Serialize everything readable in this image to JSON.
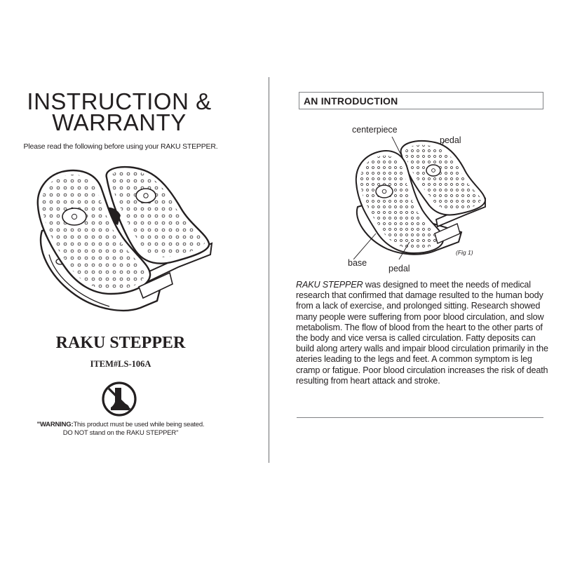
{
  "left_page": {
    "title_line1": "INSTRUCTION &",
    "title_line2": "WARRANTY",
    "subtitle": "Please read the following before using your RAKU STEPPER.",
    "product_name": "RAKU STEPPER",
    "item_number": "ITEM#LS-106A",
    "warning_label": "\"WARNING:",
    "warning_text_1": "This product must be used while being seated.",
    "warning_text_2": "DO NOT stand on the RAKU STEPPER\"",
    "icons": {
      "product": "stepper-illustration",
      "warning": "no-standing-icon"
    }
  },
  "right_page": {
    "section_heading": "AN INTRODUCTION",
    "figure": {
      "label_centerpiece": "centerpiece",
      "label_pedal_top": "pedal",
      "label_base": "base",
      "label_pedal_bottom": "pedal",
      "caption": "(Fig 1)"
    },
    "body_lead": "RAKU STEPPER",
    "body_text": " was designed to meet the needs of medical research that confirmed that damage resulted to the human body from a lack of exercise, and prolonged sitting. Research showed many people were suffering from poor blood circulation, and slow metabolism. The flow of blood from the heart to the other parts of the body and vice versa is called circulation. Fatty deposits can build along artery walls and impair blood circulation primarily in the ateries leading to the legs and feet. A common symptom is leg cramp or fatigue. Poor blood circulation increases the risk of death resulting from heart attack and stroke."
  }
}
